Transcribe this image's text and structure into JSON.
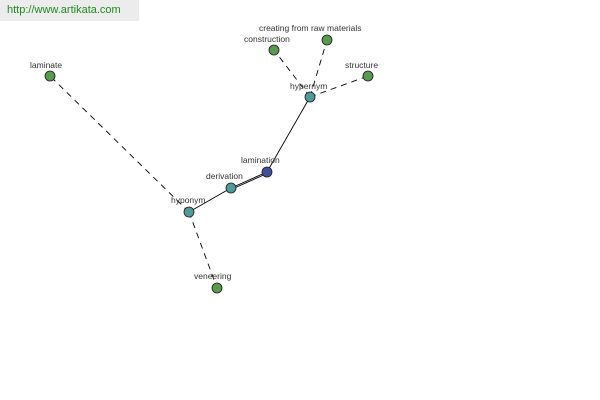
{
  "header": {
    "url": "http://www.artikata.com"
  },
  "colors": {
    "leaf_node": "#5a9a4e",
    "relation_node": "#4f9a9a",
    "center_node": "#3f4f9a"
  },
  "graph": {
    "nodes": [
      {
        "id": "lamination",
        "label": "lamination",
        "kind": "center"
      },
      {
        "id": "derivation",
        "label": "derivation",
        "kind": "relation"
      },
      {
        "id": "hyponym",
        "label": "hyponym",
        "kind": "relation"
      },
      {
        "id": "hypernym",
        "label": "hypernym",
        "kind": "relation"
      },
      {
        "id": "laminate",
        "label": "laminate",
        "kind": "leaf"
      },
      {
        "id": "veneering",
        "label": "veneering",
        "kind": "leaf"
      },
      {
        "id": "construction",
        "label": "construction",
        "kind": "leaf"
      },
      {
        "id": "creating",
        "label": "creating from raw materials",
        "kind": "leaf"
      },
      {
        "id": "structure",
        "label": "structure",
        "kind": "leaf"
      }
    ],
    "edges": [
      {
        "from": "lamination",
        "to": "derivation",
        "style": "solid"
      },
      {
        "from": "derivation",
        "to": "hyponym",
        "style": "solid"
      },
      {
        "from": "lamination",
        "to": "hypernym",
        "style": "solid"
      },
      {
        "from": "hyponym",
        "to": "laminate",
        "style": "dashed"
      },
      {
        "from": "hyponym",
        "to": "veneering",
        "style": "dashed"
      },
      {
        "from": "hypernym",
        "to": "construction",
        "style": "dashed"
      },
      {
        "from": "hypernym",
        "to": "creating",
        "style": "dashed"
      },
      {
        "from": "hypernym",
        "to": "structure",
        "style": "dashed"
      }
    ]
  }
}
